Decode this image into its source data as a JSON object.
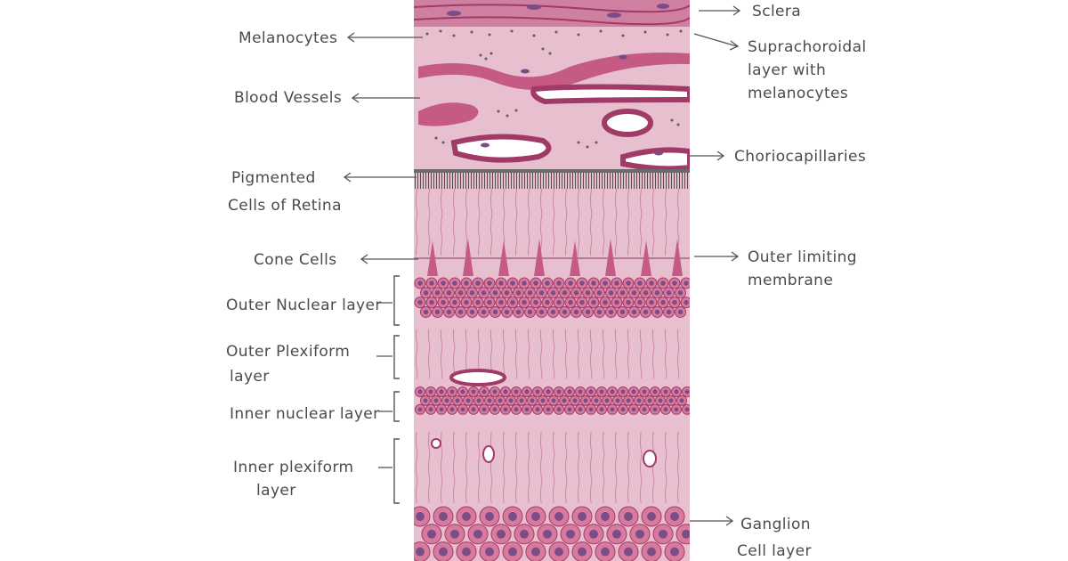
{
  "labels": {
    "sclera": "Sclera",
    "melanocytes": "Melanocytes",
    "suprachoroidal_1": "Suprachoroidal",
    "suprachoroidal_2": "layer with",
    "suprachoroidal_3": "melanocytes",
    "blood_vessels": "Blood Vessels",
    "choriocapillaries": "Choriocapillaries",
    "pigmented_1": "Pigmented",
    "pigmented_2": "Cells of Retina",
    "cone_cells": "Cone Cells",
    "outer_limiting_1": "Outer limiting",
    "outer_limiting_2": "membrane",
    "outer_nuclear": "Outer Nuclear layer",
    "outer_plexiform_1": "Outer Plexiform",
    "outer_plexiform_2": "layer",
    "inner_nuclear": "Inner nuclear layer",
    "inner_plexiform_1": "Inner plexiform",
    "inner_plexiform_2": "layer",
    "ganglion_1": "Ganglion",
    "ganglion_2": "Cell layer"
  },
  "colors": {
    "tissue_base": "#e8bfcf",
    "tissue_light": "#f1d3de",
    "vessel_wall": "#c55b84",
    "vessel_dark": "#a03a66",
    "nucleus": "#7a4d86",
    "pigment": "#5e5e5e",
    "cell_fill": "#d77a9e"
  }
}
